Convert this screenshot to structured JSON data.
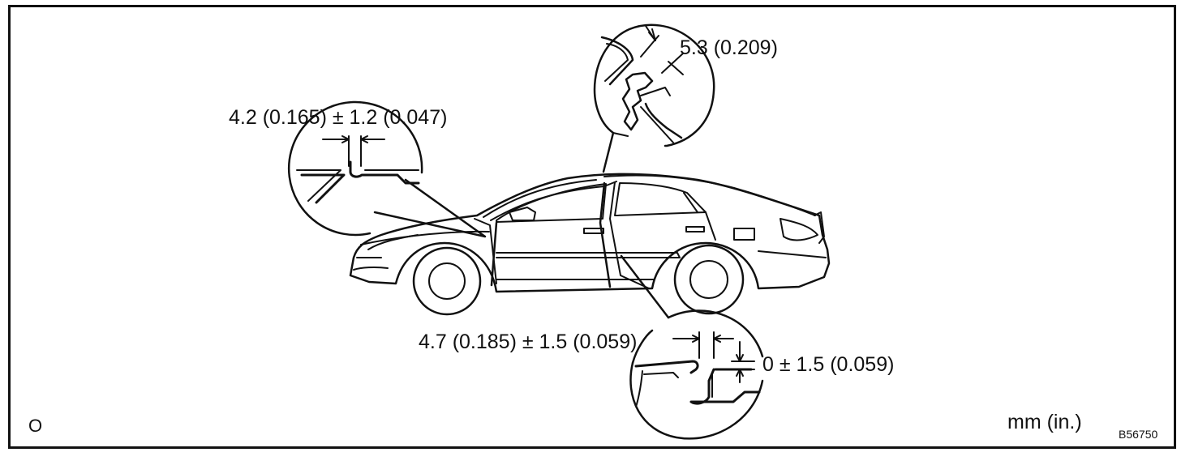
{
  "diagram": {
    "labels": {
      "roof_gap": "5.3 (0.209)",
      "hood_gap": "4.2 (0.165) ± 1.2 (0.047)",
      "door_gap": "4.7 (0.185) ± 1.5 (0.059)",
      "door_flush": "0 ± 1.5 (0.059)",
      "corner_mark": "O",
      "unit": "mm (in.)",
      "figure_code": "B56750"
    },
    "details": [
      "hood-fender-detail",
      "roof-door-detail",
      "door-rocker-detail"
    ],
    "colors": {
      "line": "#111111",
      "background": "#ffffff"
    }
  }
}
